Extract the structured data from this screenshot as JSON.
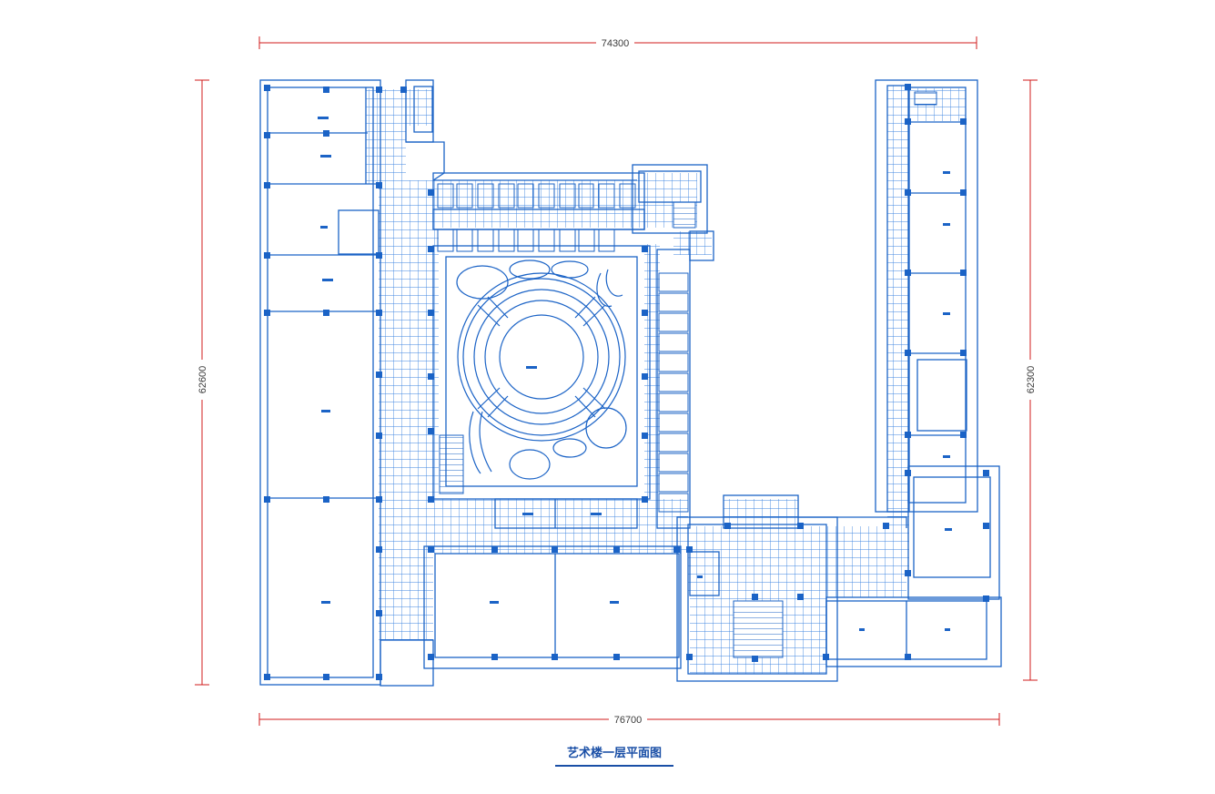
{
  "drawing": {
    "title": "艺术楼一层平面图"
  },
  "dimensions": {
    "top_width": "74300",
    "bottom_width": "76700",
    "left_height": "62600",
    "right_height": "62300"
  },
  "colors": {
    "wall": "#1b63c6",
    "grid": "#3f86e0",
    "dimension": "#d11b1b",
    "title": "#1a4fa6"
  }
}
